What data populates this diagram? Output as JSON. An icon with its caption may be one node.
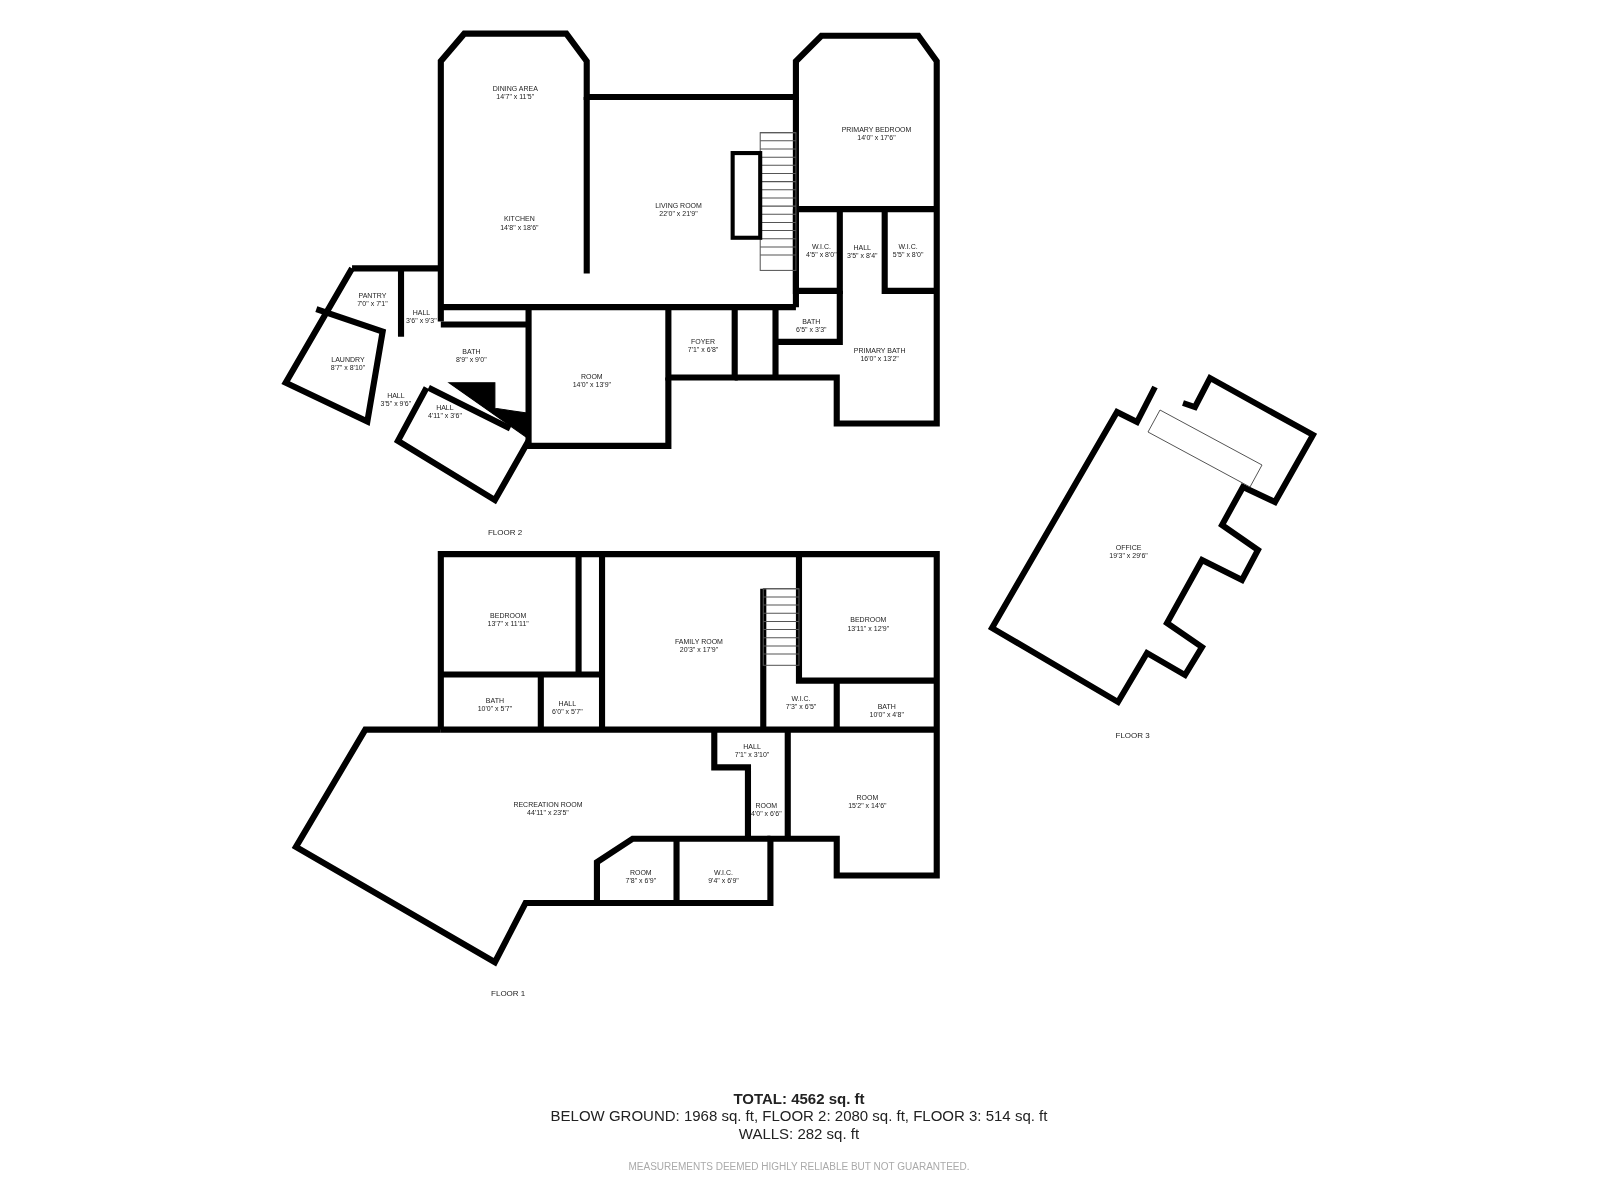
{
  "diagram": {
    "nodes": [
      {
        "text": [
          "DINING AREA",
          "14'7\" x 11'5\""
        ]
      },
      {
        "text": [
          "KITCHEN",
          "14'8\" x 18'6\""
        ]
      },
      {
        "text": [
          "LIVING ROOM",
          "22'0\" x 21'9\""
        ]
      },
      {
        "text": [
          "PRIMARY BEDROOM",
          "14'0\" x 17'6\""
        ]
      },
      {
        "text": [
          "W.I.C.",
          "4'5\" x 8'0\""
        ]
      },
      {
        "text": [
          "HALL",
          "3'5\" x 8'4\""
        ]
      },
      {
        "text": [
          "W.I.C.",
          "5'5\" x 8'0\""
        ]
      },
      {
        "text": [
          "PANTRY",
          "7'0\" x 7'1\""
        ]
      },
      {
        "text": [
          "HALL",
          "3'6\" x 9'3\""
        ]
      },
      {
        "text": [
          "BATH",
          "6'5\" x 3'3\""
        ]
      },
      {
        "text": [
          "FOYER",
          "7'1\" x 6'8\""
        ]
      },
      {
        "text": [
          "BATH",
          "8'9\" x 9'0\""
        ]
      },
      {
        "text": [
          "PRIMARY BATH",
          "16'0\" x 13'2\""
        ]
      },
      {
        "text": [
          "LAUNDRY",
          "8'7\" x 8'10\""
        ]
      },
      {
        "text": [
          "ROOM",
          "14'0\" x 13'9\""
        ]
      },
      {
        "text": [
          "HALL",
          "3'5\" x 9'6\""
        ]
      },
      {
        "text": [
          "HALL",
          "4'11\" x 3'6\""
        ]
      },
      {
        "text": [
          "OFFICE",
          "19'3\" x 29'6\""
        ]
      },
      {
        "text": [
          "BEDROOM",
          "13'7\" x 11'11\""
        ]
      },
      {
        "text": [
          "FAMILY ROOM",
          "20'3\" x 17'9\""
        ]
      },
      {
        "text": [
          "BEDROOM",
          "13'11\" x 12'9\""
        ]
      },
      {
        "text": [
          "BATH",
          "10'0\" x 5'7\""
        ]
      },
      {
        "text": [
          "HALL",
          "6'0\" x 5'7\""
        ]
      },
      {
        "text": [
          "W.I.C.",
          "7'3\" x 6'5\""
        ]
      },
      {
        "text": [
          "BATH",
          "10'0\" x 4'8\""
        ]
      },
      {
        "text": [
          "HALL",
          "7'1\" x 3'10\""
        ]
      },
      {
        "text": [
          "RECREATION ROOM",
          "44'11\" x 23'5\""
        ]
      },
      {
        "text": [
          "ROOM",
          "4'0\" x 6'6\""
        ]
      },
      {
        "text": [
          "ROOM",
          "15'2\" x 14'6\""
        ]
      },
      {
        "text": [
          "ROOM",
          "7'8\" x 6'9\""
        ]
      },
      {
        "text": [
          "W.I.C.",
          "9'4\" x 6'9\""
        ]
      }
    ],
    "labels": [
      "FLOOR 2",
      "FLOOR 3",
      "FLOOR 1",
      "TOTAL: 4562 sq. ft",
      "BELOW GROUND: 1968 sq. ft, FLOOR 2: 2080 sq. ft, FLOOR 3: 514 sq. ft",
      "WALLS: 282 sq. ft",
      "MEASUREMENTS DEEMED HIGHLY RELIABLE BUT NOT GUARANTEED."
    ]
  }
}
